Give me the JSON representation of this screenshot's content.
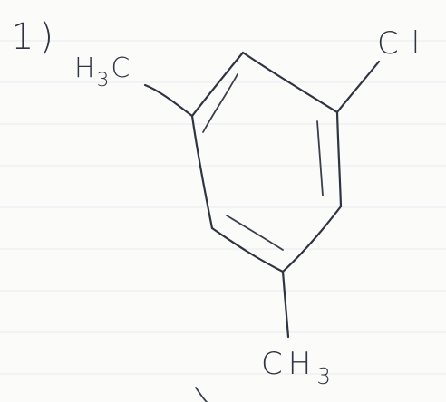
{
  "problem": {
    "number_label": "1)"
  },
  "molecule": {
    "substituent_top_left": {
      "atom": "H",
      "subscript": "3",
      "tail": "C"
    },
    "substituent_top_right": "Cl",
    "substituent_bottom": {
      "main": "CH",
      "subscript": "3"
    }
  },
  "colors": {
    "ink": "#2f3440",
    "paper": "#fbfbfa",
    "rule_line": "#e9eaee"
  }
}
